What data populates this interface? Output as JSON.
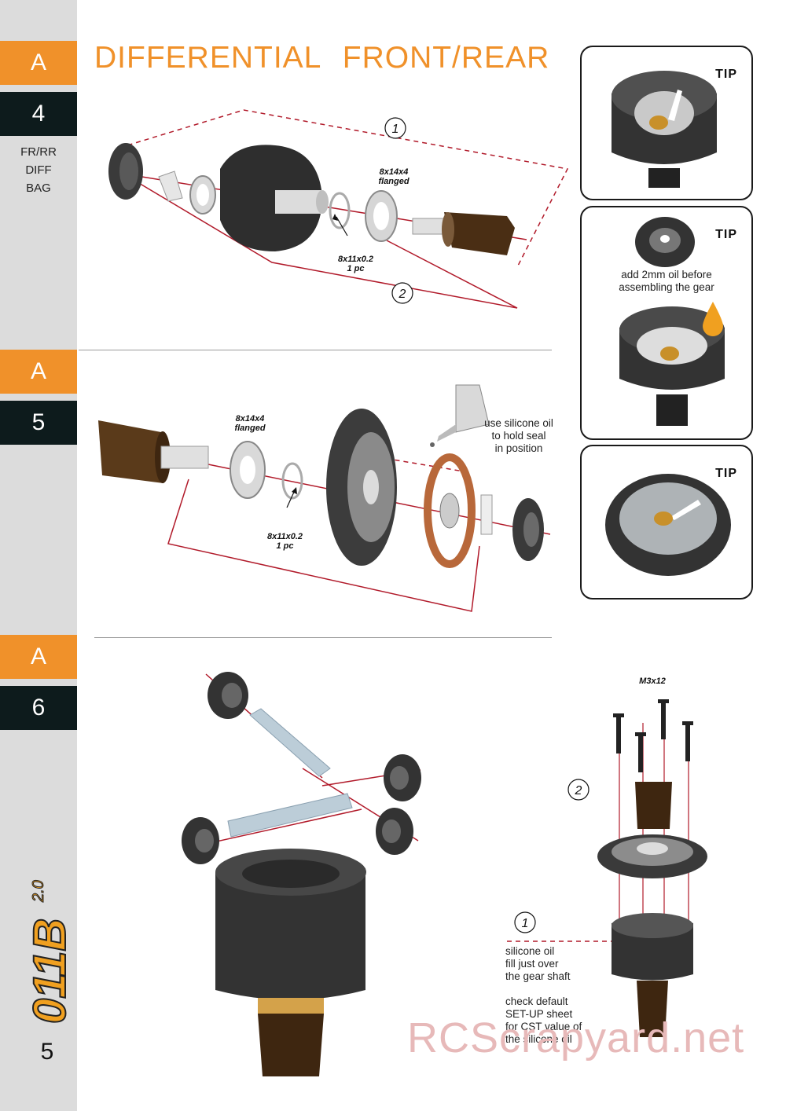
{
  "title": "DIFFERENTIAL FRONT/REAR",
  "page_number": "5",
  "steps": [
    {
      "letter": "A",
      "number": "4"
    },
    {
      "letter": "A",
      "number": "5"
    },
    {
      "letter": "A",
      "number": "6"
    }
  ],
  "bag": [
    "FR/RR",
    "DIFF",
    "BAG"
  ],
  "step4": {
    "callout1": "1",
    "callout2": "2",
    "bearing": [
      "8x14x4",
      "flanged"
    ],
    "washer": [
      "8x11x0.2",
      "1 pc"
    ]
  },
  "step5": {
    "bearing": [
      "8x14x4",
      "flanged"
    ],
    "washer": [
      "8x11x0.2",
      "1 pc"
    ],
    "note": [
      "use silicone oil",
      "to hold seal",
      "in position"
    ]
  },
  "step6": {
    "screw": "M3x12",
    "callout1": "1",
    "callout2": "2",
    "oil_note": [
      "silicone oil",
      "fill just over",
      "the gear shaft"
    ],
    "setup_note": [
      "check default",
      "SET-UP sheet",
      "for CST value of",
      "the silicone oil"
    ]
  },
  "tips": [
    {
      "label": "TIP",
      "note": []
    },
    {
      "label": "TIP",
      "note": [
        "add 2mm oil before",
        "assembling the gear"
      ]
    },
    {
      "label": "TIP",
      "note": []
    }
  ],
  "watermark": "RCScrapyard.net",
  "colors": {
    "accent": "#f0912a",
    "dark_tab": "#0d1b1c",
    "guide_line": "#b11a2a"
  }
}
